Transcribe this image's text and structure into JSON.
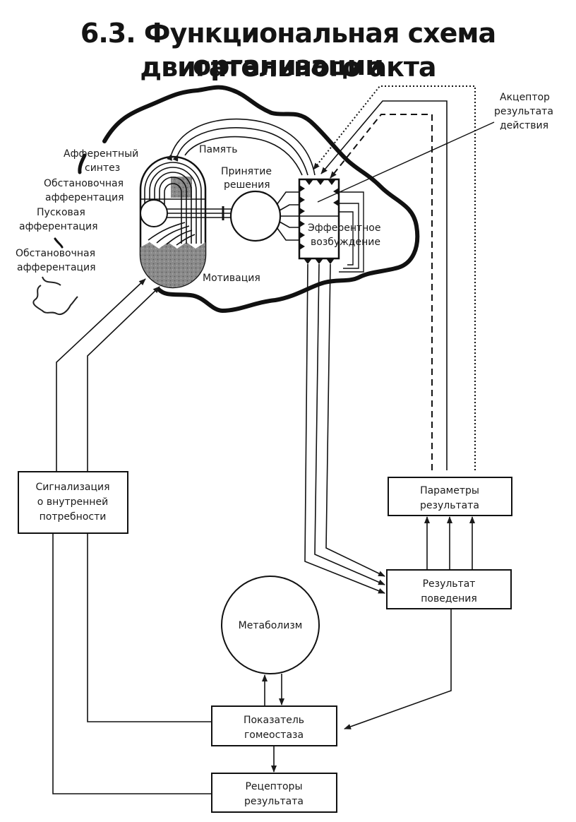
{
  "title": {
    "line1": "6.3. Функциональная схема организации",
    "line2": "двигательного акта"
  },
  "labels": {
    "afferent_synthesis": [
      "Афферентный",
      "синтез"
    ],
    "situational_afferentation_1": [
      "Обстановочная",
      "афферентация"
    ],
    "trigger_afferentation": [
      "Пусковая",
      "афферентация"
    ],
    "situational_afferentation_2": [
      "Обстановочная",
      "афферентация"
    ],
    "memory": "Память",
    "decision": [
      "Принятие",
      "решения"
    ],
    "motivation": "Мотивация",
    "acceptor": [
      "Акцептор",
      "результата",
      "действия"
    ],
    "efferent": [
      "Эфферентное",
      "возбуждение"
    ],
    "metabolism": "Метаболизм"
  },
  "boxes": {
    "need_signal": [
      "Сигнализация",
      "о внутренней",
      "потребности"
    ],
    "result_params": [
      "Параметры",
      "результата"
    ],
    "behavior_result": [
      "Результат",
      "поведения"
    ],
    "homeostasis": [
      "Показатель",
      "гомеостаза"
    ],
    "receptors": [
      "Рецепторы",
      "результата"
    ]
  },
  "colors": {
    "ink": "#1a1a1a",
    "shade": "#8a8a8a",
    "paper": "#ffffff"
  }
}
